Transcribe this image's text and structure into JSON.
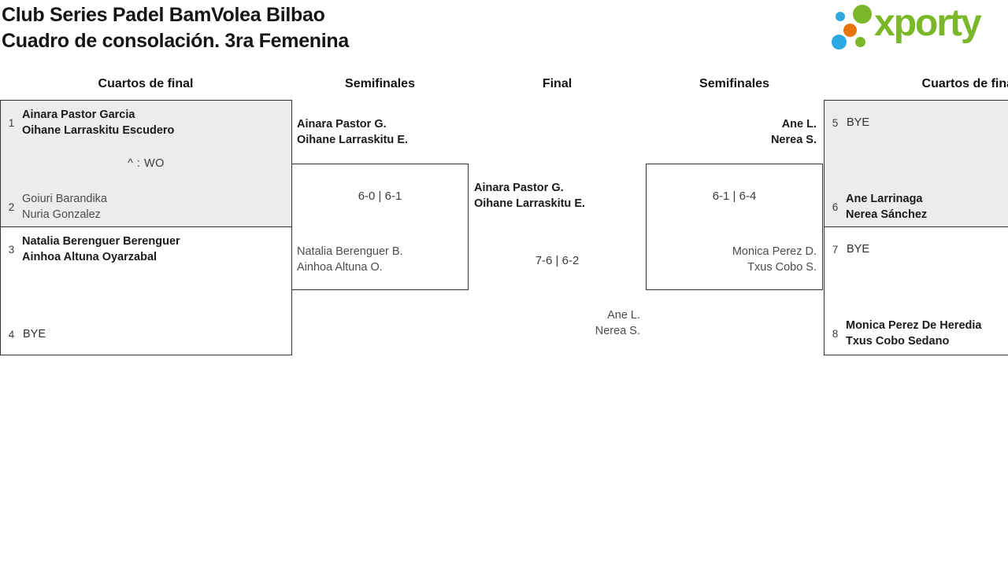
{
  "title": {
    "line1": "Club Series Padel BamVolea Bilbao",
    "line2": "Cuadro de consolación. 3ra Femenina"
  },
  "logo": {
    "text": "xporty"
  },
  "round_labels": {
    "qf_left": "Cuartos de final",
    "sf_left": "Semifinales",
    "final": "Final",
    "sf_right": "Semifinales",
    "qf_right": "Cuartos de final"
  },
  "matches": {
    "qf_left_1": {
      "seed_top": "1",
      "top_line1": "Ainara Pastor Garcia",
      "top_line2": "Oihane Larraskitu Escudero",
      "note": "^ : WO",
      "seed_bottom": "2",
      "bottom_line1": "Goiuri Barandika",
      "bottom_line2": "Nuria Gonzalez"
    },
    "qf_left_2": {
      "seed_top": "3",
      "top_line1": "Natalia Berenguer Berenguer",
      "top_line2": "Ainhoa Altuna Oyarzabal",
      "seed_bottom": "4",
      "bottom_bye": "BYE"
    },
    "sf_left": {
      "winner_line1": "Ainara Pastor G.",
      "winner_line2": "Oihane Larraskitu E.",
      "score": "6-0 | 6-1",
      "loser_line1": "Natalia Berenguer B.",
      "loser_line2": "Ainhoa Altuna O."
    },
    "final": {
      "winner_line1": "Ainara Pastor G.",
      "winner_line2": "Oihane Larraskitu E.",
      "score": "7-6 | 6-2",
      "loser_line1": "Ane L.",
      "loser_line2": "Nerea S."
    },
    "sf_right": {
      "winner_line1": "Ane L.",
      "winner_line2": "Nerea S.",
      "score": "6-1 | 6-4",
      "loser_line1": "Monica Perez D.",
      "loser_line2": "Txus Cobo S."
    },
    "qf_right_1": {
      "seed_top": "5",
      "top_bye": "BYE",
      "seed_bottom": "6",
      "bottom_line1": "Ane Larrinaga",
      "bottom_line2": "Nerea Sánchez"
    },
    "qf_right_2": {
      "seed_top": "7",
      "top_bye": "BYE",
      "seed_bottom": "8",
      "bottom_line1": "Monica Perez De Heredia",
      "bottom_line2": "Txus Cobo Sedano"
    }
  },
  "colors": {
    "accent_green": "#7AB829",
    "accent_blue": "#2BA9E0",
    "accent_orange": "#E8750C",
    "box_fill_played": "#ECECEC",
    "border": "#333333"
  }
}
